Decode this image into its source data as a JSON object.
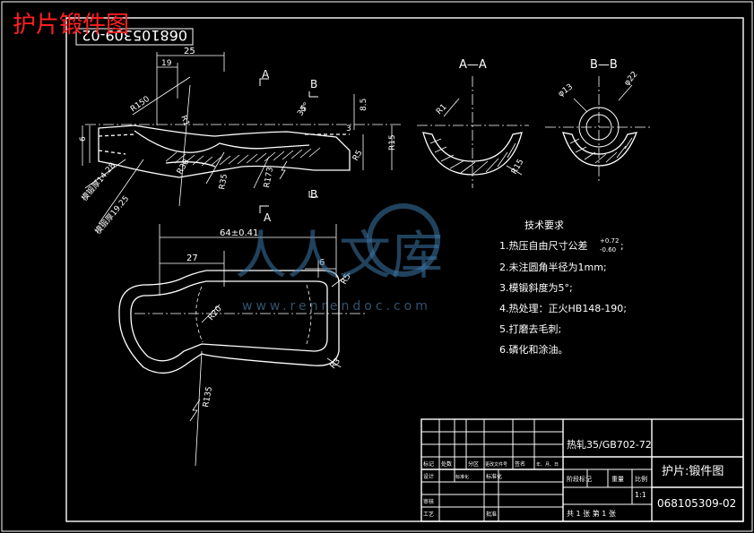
{
  "overlay_title": "护片锻件图",
  "mirrored_code": "068105309-02",
  "section_aa": "A—A",
  "section_bb": "B—B",
  "cut_labels": [
    "A",
    "A",
    "B",
    "B"
  ],
  "dims_top": {
    "d25": "25",
    "d19": "19",
    "r150": "R150",
    "r1": "R1",
    "d5": "5",
    "d3": "3",
    "d8_5": "8.5",
    "r15": "R15",
    "r173": "R173",
    "r35": "R35",
    "r38": "R38",
    "r5": "R5",
    "d6": "6",
    "t1": "模锻厚14.28",
    "t2": "模锻厚19.25",
    "t3": "35°"
  },
  "dims_plan": {
    "d64": "64±0.41",
    "d27": "27",
    "d6": "6",
    "r5": "R5",
    "r20": "R20",
    "r3": "R3",
    "r135": "R135"
  },
  "section_a_dims": {
    "r1": "R1",
    "r15": "R15"
  },
  "section_b_dims": {
    "d13": "φ13",
    "d22": "φ22"
  },
  "tech_title": "技术要求",
  "tech_items": [
    "1.热压自由尺寸公差",
    "2.未注圆角半径为1mm;",
    "3.模锻斜度为5°;",
    "4.热处理：正火HB148-190;",
    "5.打磨去毛刺;",
    "6.磷化和涂油。"
  ],
  "tolerance_sup": "+0.72",
  "tolerance_sub": "-0.60",
  "tolerance_tail": ";",
  "title_block": {
    "material": "热轧35/GB702-72",
    "part_name": "护片:锻件图",
    "drawing_no": "068105309-02",
    "scale": "1:1",
    "stage_label": "阶段标记",
    "weight_label": "重量",
    "scale_label": "比例",
    "sheet_text": "共 1 张  第 1 张",
    "row_labels": [
      "标记",
      "处数",
      "分区",
      "更改文件号",
      "签名",
      "年、月、日"
    ],
    "design": "设计",
    "std": "标准化",
    "review": "审核",
    "process": "工艺",
    "approve": "批准",
    "std2": "标准化"
  },
  "watermark": "人人文库",
  "watermark_url": "www.renrendoc.com",
  "colors": {
    "line": "#ffffff",
    "title": "#ff2020",
    "watermark": "#3c78aa"
  }
}
